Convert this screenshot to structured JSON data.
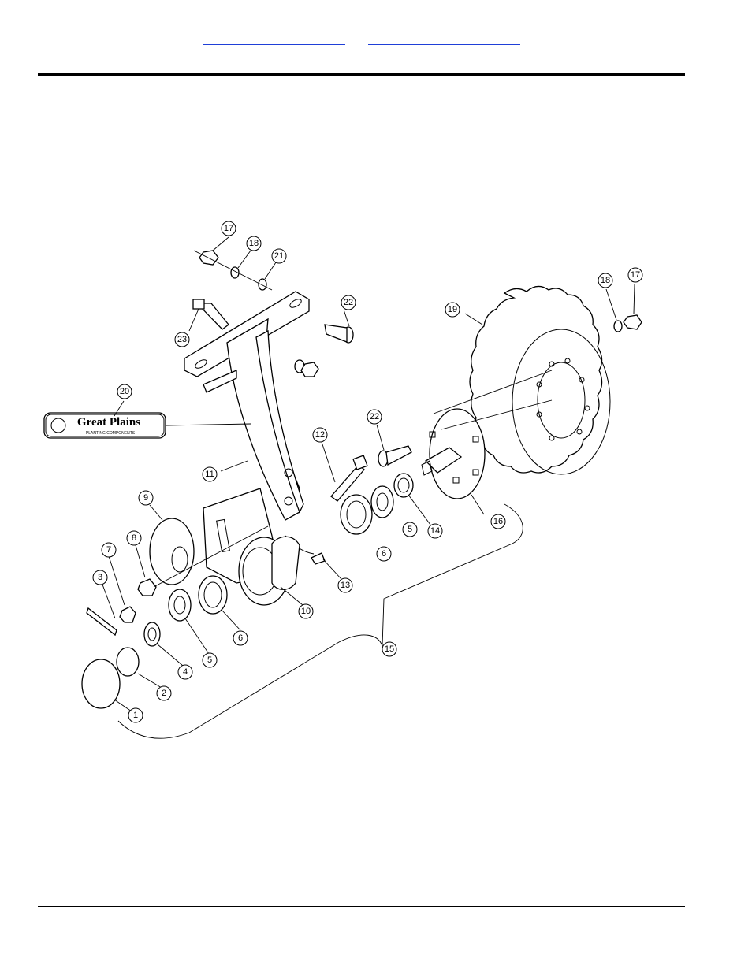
{
  "header": {
    "link_a": "",
    "link_b": ""
  },
  "logo": {
    "brand": "Great Plains",
    "tagline": "PLANTING COMPONENTS"
  },
  "callouts": [
    {
      "id": "c1",
      "label": "1"
    },
    {
      "id": "c2",
      "label": "2"
    },
    {
      "id": "c3",
      "label": "3"
    },
    {
      "id": "c4",
      "label": "4"
    },
    {
      "id": "c5a",
      "label": "5"
    },
    {
      "id": "c5b",
      "label": "5"
    },
    {
      "id": "c6a",
      "label": "6"
    },
    {
      "id": "c6b",
      "label": "6"
    },
    {
      "id": "c7",
      "label": "7"
    },
    {
      "id": "c8",
      "label": "8"
    },
    {
      "id": "c9",
      "label": "9"
    },
    {
      "id": "c10",
      "label": "10"
    },
    {
      "id": "c11",
      "label": "11"
    },
    {
      "id": "c12",
      "label": "12"
    },
    {
      "id": "c13",
      "label": "13"
    },
    {
      "id": "c14",
      "label": "14"
    },
    {
      "id": "c15",
      "label": "15"
    },
    {
      "id": "c16",
      "label": "16"
    },
    {
      "id": "c17a",
      "label": "17"
    },
    {
      "id": "c17b",
      "label": "17"
    },
    {
      "id": "c18a",
      "label": "18"
    },
    {
      "id": "c18b",
      "label": "18"
    },
    {
      "id": "c19",
      "label": "19"
    },
    {
      "id": "c20",
      "label": "20"
    },
    {
      "id": "c21",
      "label": "21"
    },
    {
      "id": "c22a",
      "label": "22"
    },
    {
      "id": "c22b",
      "label": "22"
    },
    {
      "id": "c23",
      "label": "23"
    }
  ]
}
